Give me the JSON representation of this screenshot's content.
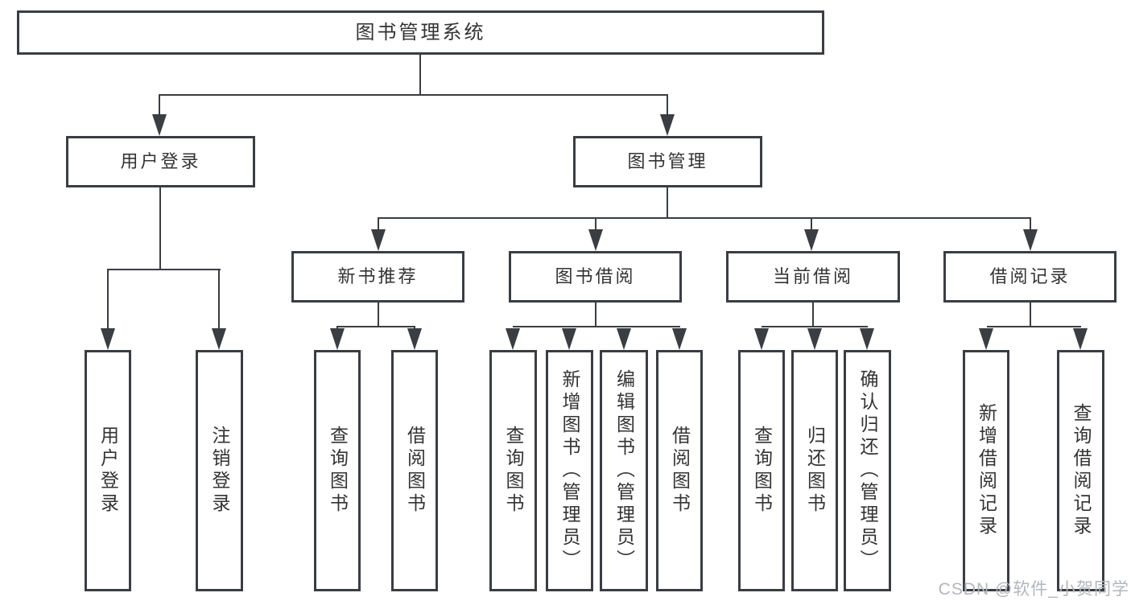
{
  "diagram": {
    "root": {
      "label": "图书管理系统"
    },
    "branches": [
      {
        "label": "用户登录"
      },
      {
        "label": "图书管理"
      }
    ],
    "sections": [
      {
        "label": "新书推荐"
      },
      {
        "label": "图书借阅"
      },
      {
        "label": "当前借阅"
      },
      {
        "label": "借阅记录"
      }
    ],
    "leaves": [
      {
        "label": "用户登录"
      },
      {
        "label": "注销登录"
      },
      {
        "label": "查询图书"
      },
      {
        "label": "借阅图书"
      },
      {
        "label": "查询图书"
      },
      {
        "label": "新增图书（管理员）"
      },
      {
        "label": "编辑图书（管理员）"
      },
      {
        "label": "借阅图书"
      },
      {
        "label": "查询图书"
      },
      {
        "label": "归还图书"
      },
      {
        "label": "确认归还（管理员）"
      },
      {
        "label": "新增借阅记录"
      },
      {
        "label": "查询借阅记录"
      }
    ]
  },
  "watermark": {
    "text": "CSDN @软件_小贺同学"
  },
  "colors": {
    "line": "#3a3d42",
    "text": "#333333",
    "watermark": "#b2b6bc",
    "background": "#ffffff"
  }
}
